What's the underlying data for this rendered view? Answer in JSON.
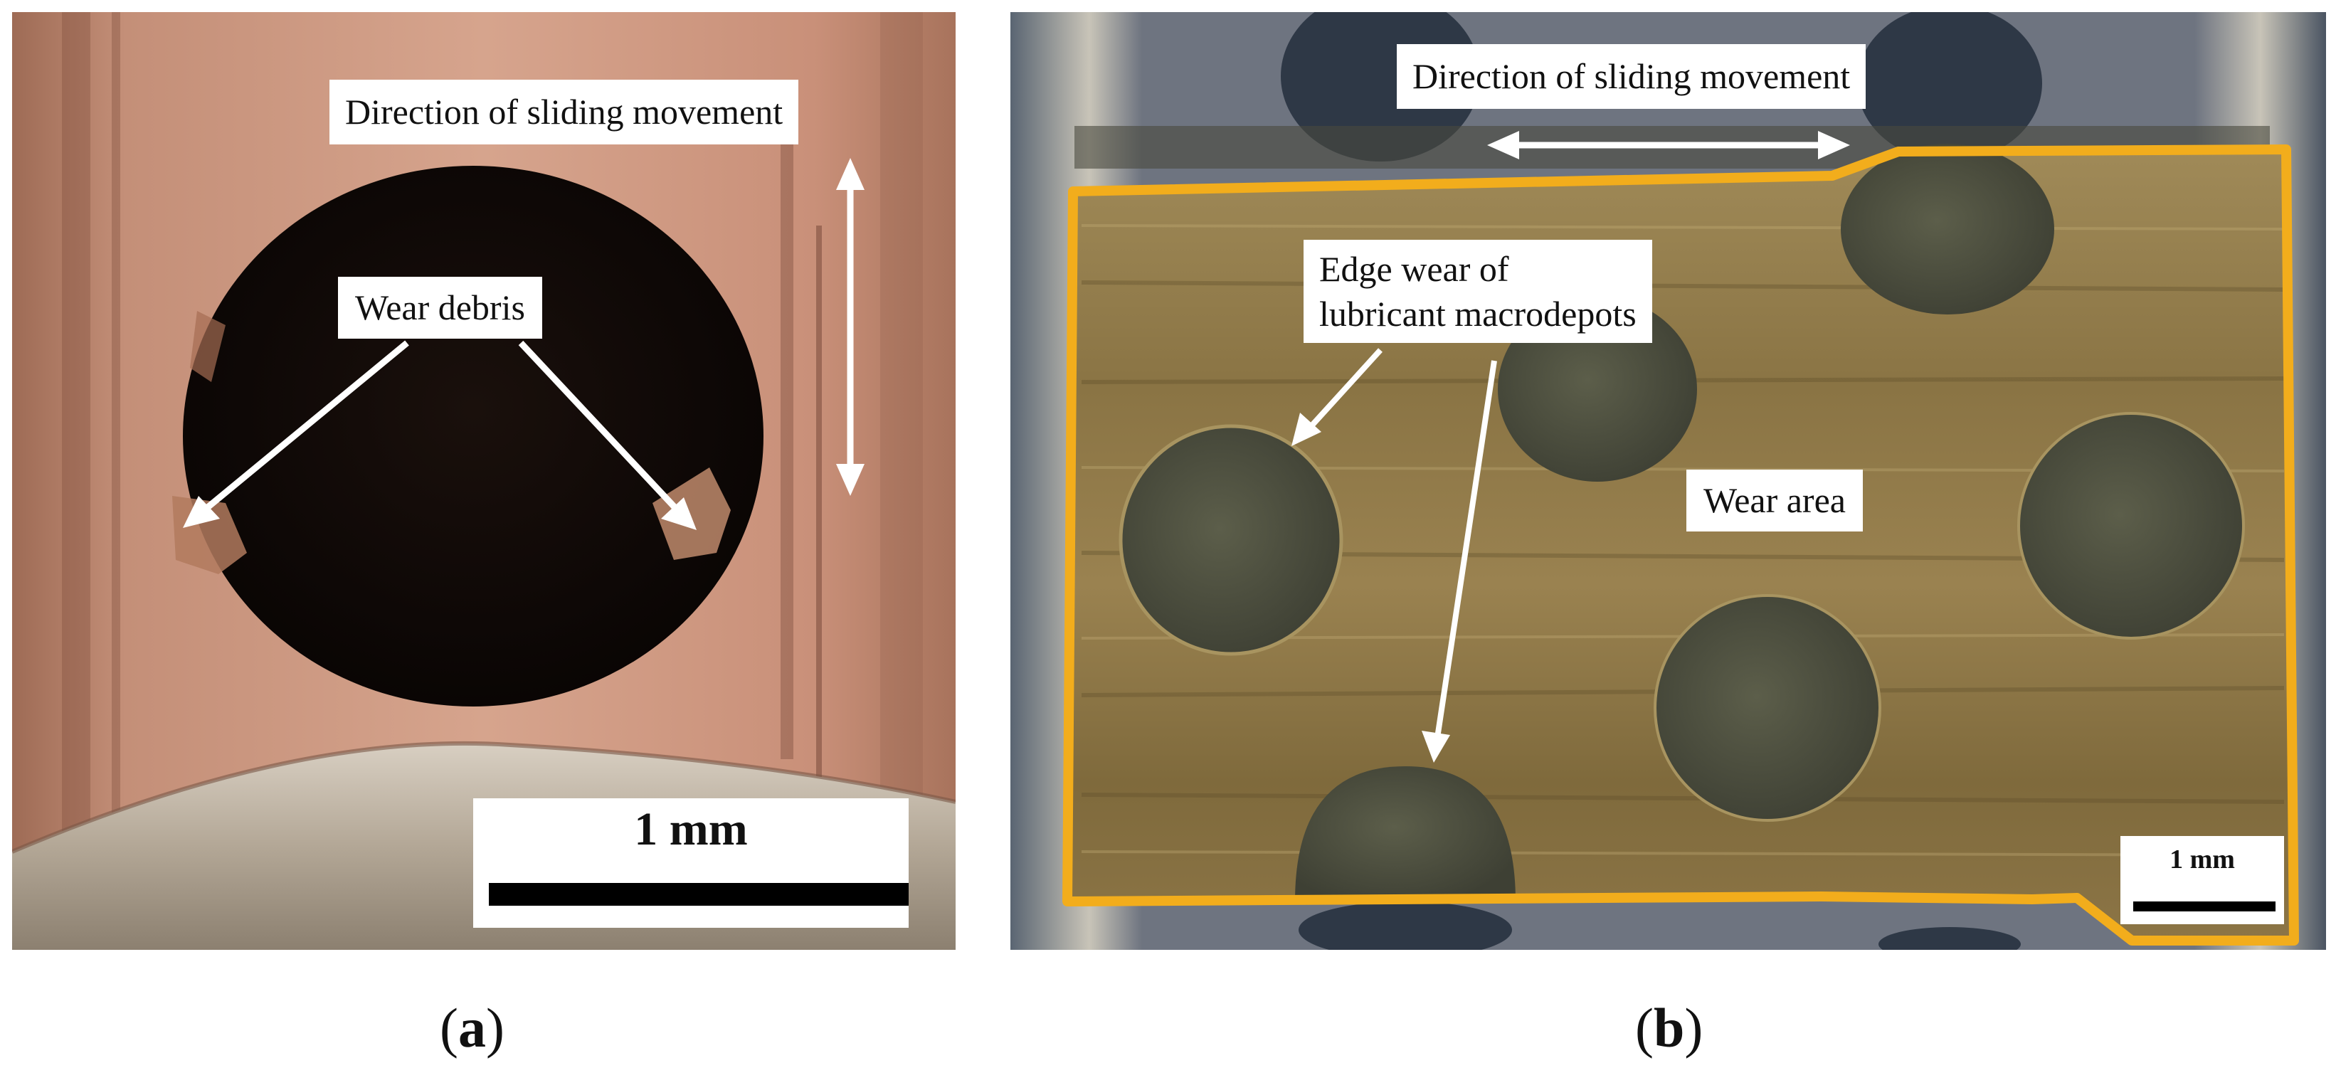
{
  "panel_a": {
    "labels": {
      "direction": "Direction of sliding movement",
      "debris": "Wear debris"
    },
    "scale_bar": "1 mm",
    "caption": {
      "open": "(",
      "letter": "a",
      "close": ")"
    },
    "colors": {
      "copper": "#c9917a",
      "hole": "#120a08",
      "shaft": "#b8ac9c"
    }
  },
  "panel_b": {
    "labels": {
      "direction": "Direction of sliding movement",
      "edge_wear_line1": "Edge wear of",
      "edge_wear_line2": "lubricant macrodepots",
      "wear_area": "Wear area"
    },
    "scale_bar": "1 mm",
    "caption": {
      "open": "(",
      "letter": "b",
      "close": ")"
    },
    "colors": {
      "bronze": "#8a7440",
      "outline": "#f2ad1c",
      "depot": "#4d5040",
      "steel": "#6b7580"
    }
  }
}
